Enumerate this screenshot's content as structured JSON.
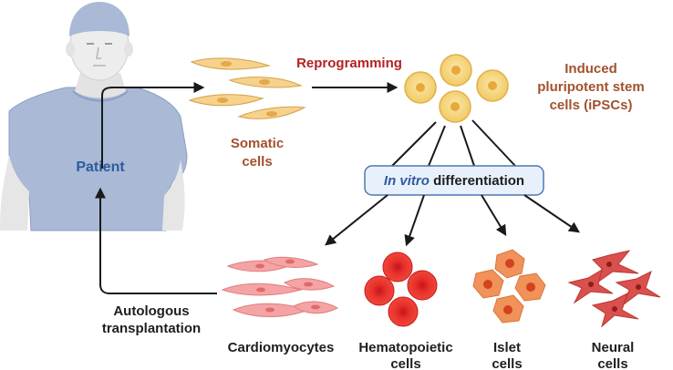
{
  "labels": {
    "patient": "Patient",
    "reprogramming": "Reprogramming",
    "somatic_line1": "Somatic",
    "somatic_line2": "cells",
    "ipsc_line1": "Induced",
    "ipsc_line2": "pluripotent stem",
    "ipsc_line3": "cells (iPSCs)",
    "differentiation_italic": "In vitro",
    "differentiation_rest": " differentiation",
    "autologous_line1": "Autologous",
    "autologous_line2": "transplantation",
    "cardio": "Cardiomyocytes",
    "hemato_line1": "Hematopoietic",
    "hemato_line2": "cells",
    "islet_line1": "Islet",
    "islet_line2": "cells",
    "neural_line1": "Neural",
    "neural_line2": "cells"
  },
  "colors": {
    "label_brown": "#a0522d",
    "label_red": "#b22222",
    "label_blue": "#2f5b9c",
    "ipsc_fill": "#f7d98b",
    "cardio_fill": "#f4a4a4",
    "hemato_fill": "#e0241f",
    "islet_fill": "#f0925a",
    "neural_fill": "#d9504d",
    "box_fill": "#e8f1fb",
    "box_stroke": "#4a78b5"
  }
}
